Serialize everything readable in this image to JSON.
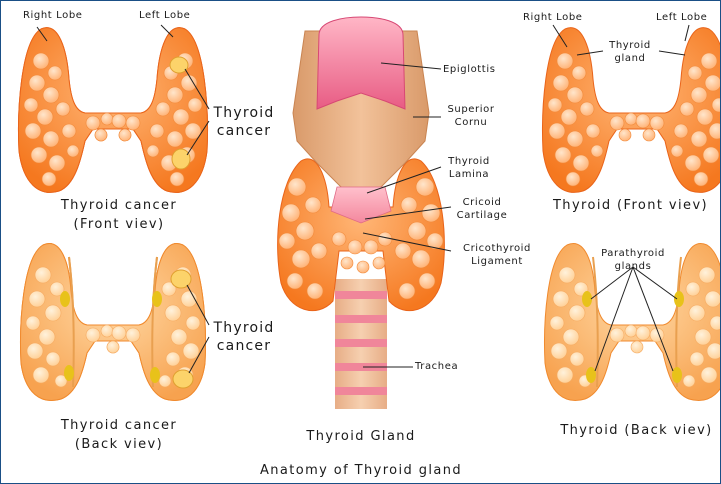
{
  "labels": {
    "tl_right_lobe": "Right Lobe",
    "tl_left_lobe": "Left Lobe",
    "tl_cancer": [
      "Thyroid",
      "cancer"
    ],
    "tl_caption": [
      "Thyroid cancer",
      "(Front viev)"
    ],
    "bl_cancer": [
      "Thyroid",
      "cancer"
    ],
    "bl_caption": [
      "Thyroid cancer",
      "(Back viev)"
    ],
    "epiglottis": "Epiglottis",
    "superior_cornu": [
      "Superior",
      "Cornu"
    ],
    "thyroid_lamina": [
      "Thyroid",
      "Lamina"
    ],
    "cricoid_cartilage": [
      "Cricoid",
      "Cartilage"
    ],
    "cricothyroid_ligament": [
      "Cricothyroid",
      "Ligament"
    ],
    "trachea": "Trachea",
    "center_caption": "Thyroid Gland",
    "bottom_title": "Anatomy of Thyroid gland",
    "tr_right_lobe": "Right Lobe",
    "tr_left_lobe": "Left Lobe",
    "tr_gland": [
      "Thyroid",
      "gland"
    ],
    "tr_caption": "Thyroid (Front viev)",
    "br_parathyroid": [
      "Parathyroid",
      "glands"
    ],
    "br_caption": "Thyroid (Back viev)"
  },
  "colors": {
    "gland_front": "#f7892f",
    "gland_back": "#f9b46c",
    "nodule": "#fcd36a",
    "parathyroid": "#e8c21a",
    "epiglottis": "#f07090",
    "cartilage": "#e8b184",
    "trachea_ring": "#f0869a",
    "frame": "#1a4f86"
  }
}
